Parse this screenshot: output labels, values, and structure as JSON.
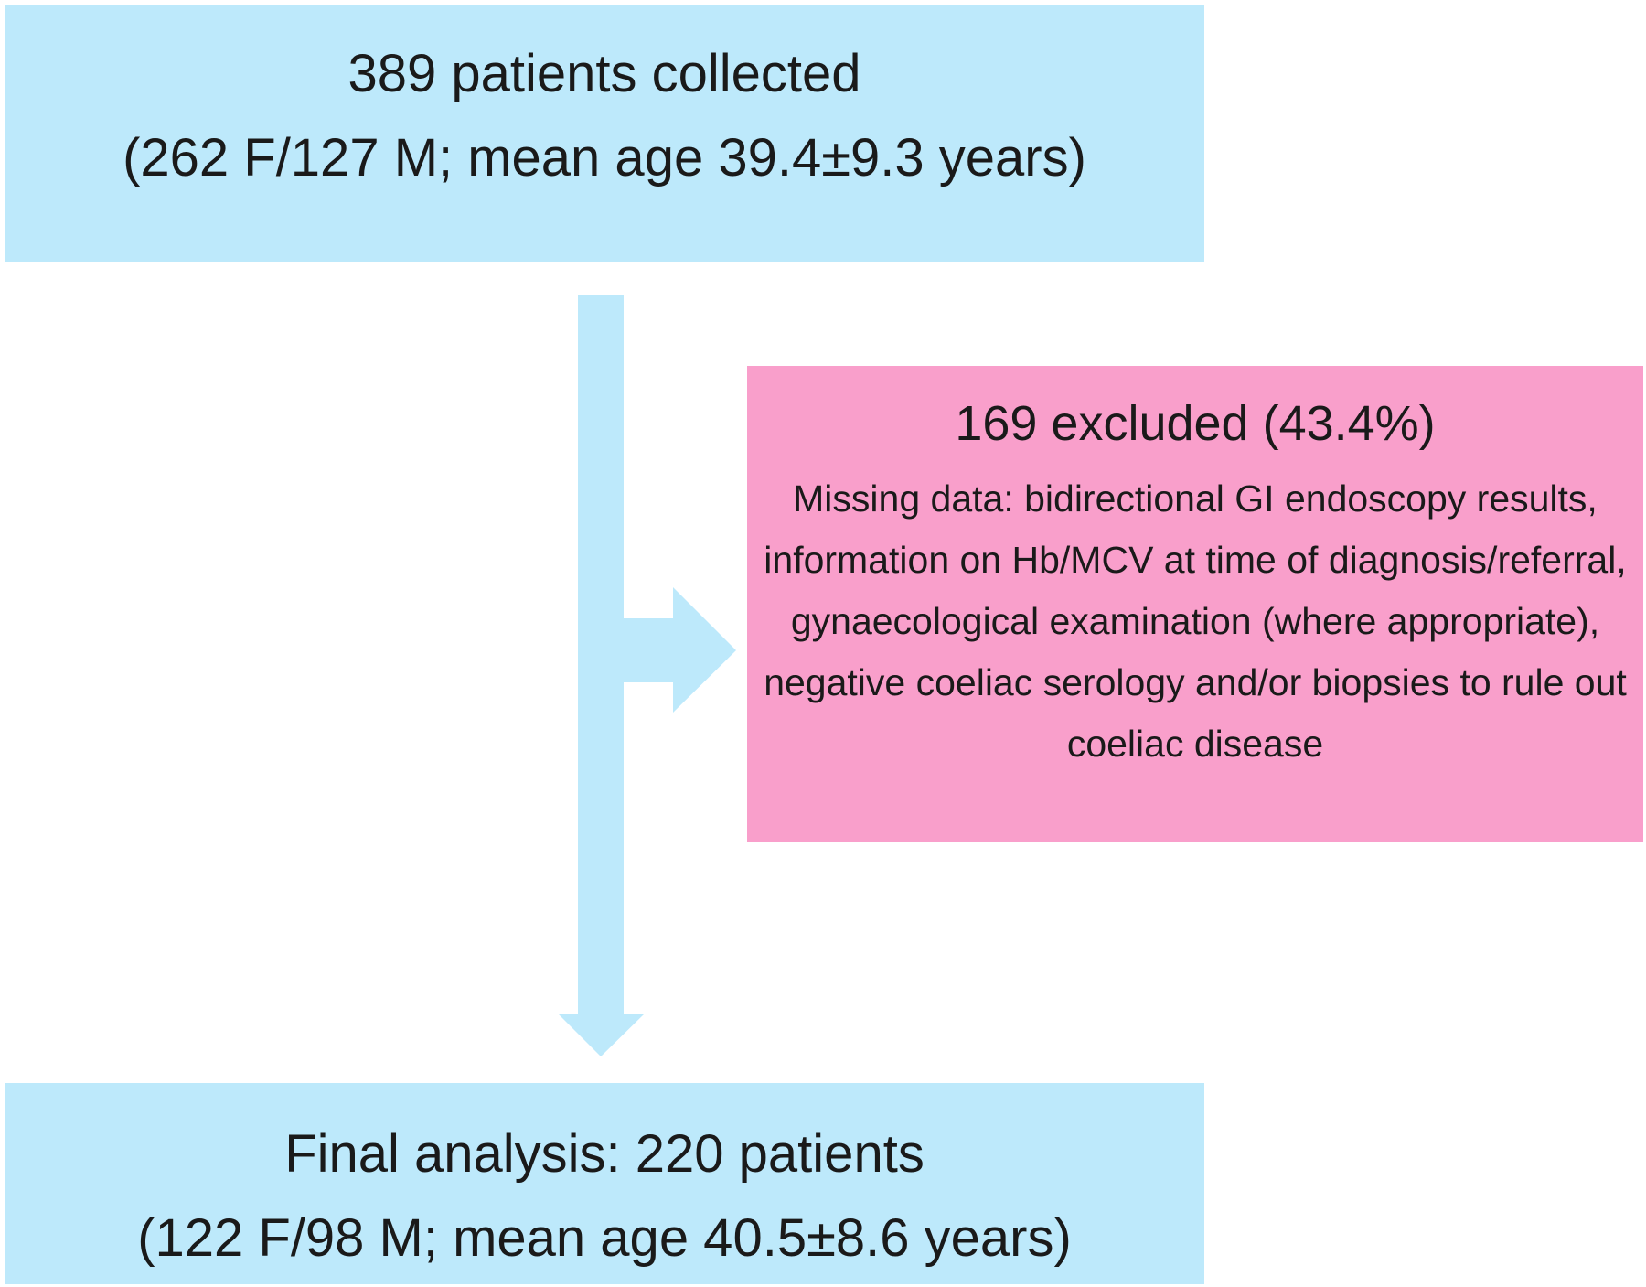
{
  "top_box": {
    "line1": "389 patients collected",
    "line2": "(262 F/127 M; mean age 39.4±9.3 years)"
  },
  "excluded_box": {
    "title": "169 excluded (43.4%)",
    "details": "Missing data: bidirectional GI endoscopy results, information on Hb/MCV at time of diagnosis/referral, gynaecological examination (where appropriate), negative coeliac serology and/or biopsies to rule out coeliac disease"
  },
  "bottom_box": {
    "line1": "Final analysis: 220 patients",
    "line2": "(122 F/98 M; mean age 40.5±8.6 years)"
  },
  "colors": {
    "included_fill": "#bde9fb",
    "excluded_fill": "#f99fcb",
    "arrow": "#bde9fb"
  }
}
